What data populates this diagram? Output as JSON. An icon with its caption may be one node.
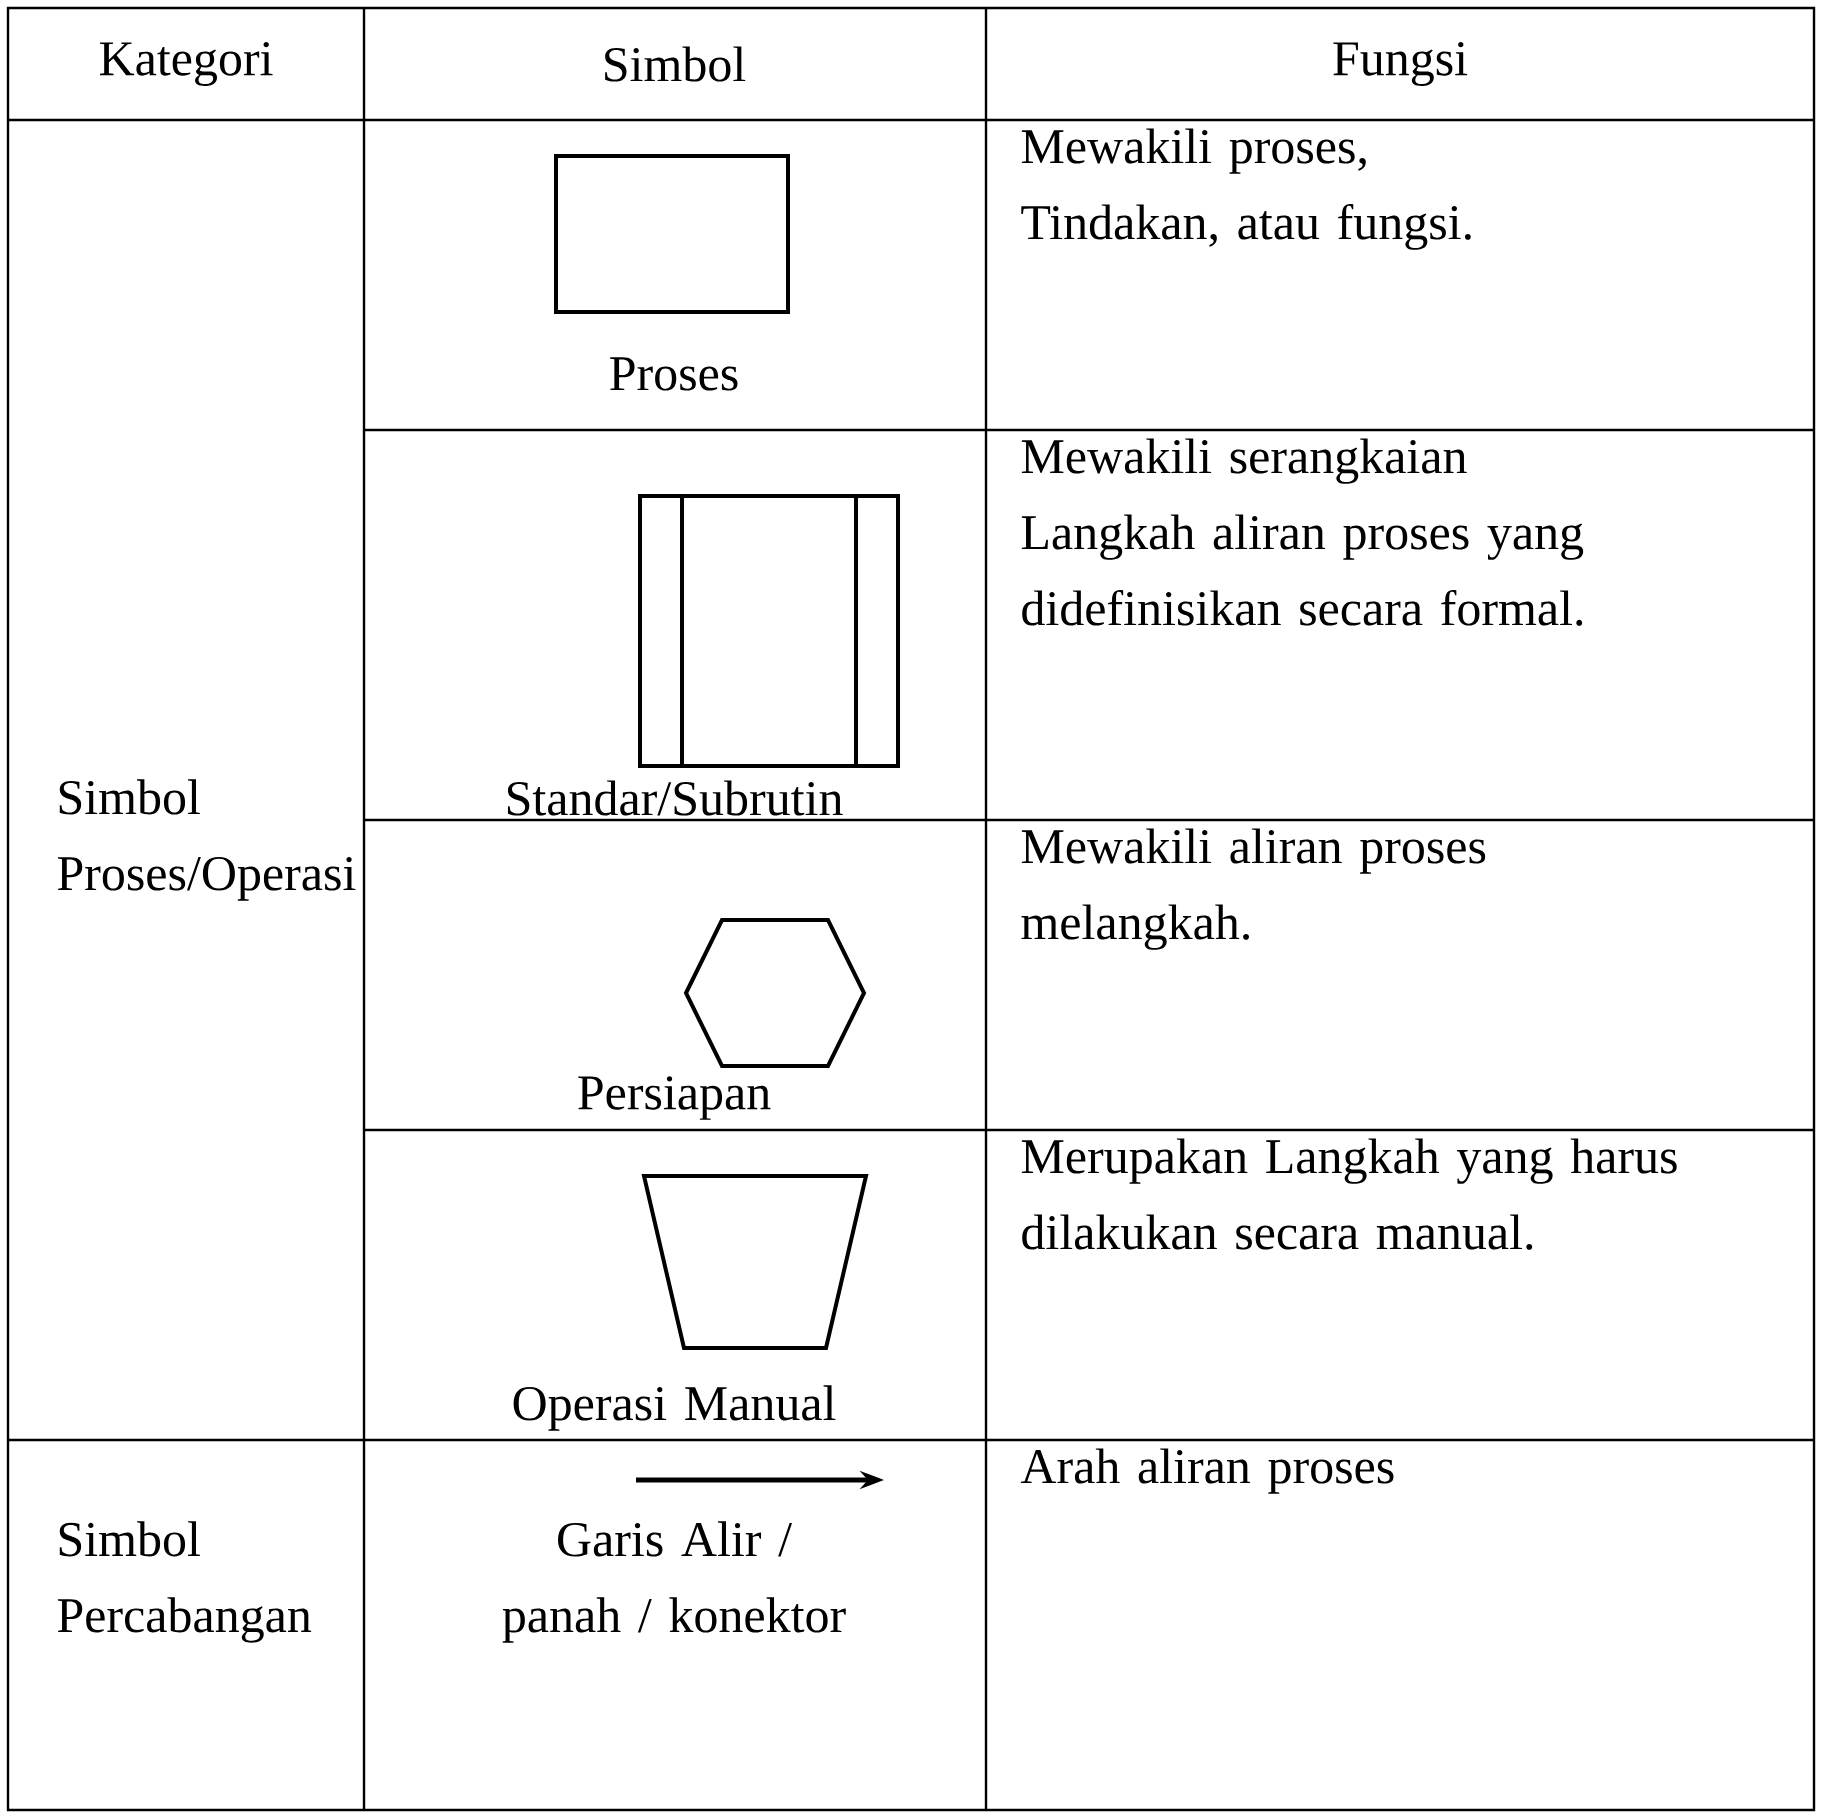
{
  "diagram": {
    "nodes": [
      {
        "text": [],
        "shape": "box"
      },
      {
        "text": [],
        "shape": "subroutine"
      },
      {
        "text": [],
        "shape": "hexagon"
      },
      {
        "text": [],
        "shape": "trapezoid"
      }
    ],
    "labels": [
      "Kategori",
      "Simbol",
      "Fungsi",
      "Simbol Proses/Operasi",
      "Proses",
      "Mewakili proses, Tindakan, atau fungsi.",
      "Standar/Subrutin",
      "Mewakili serangkaian Langkah aliran proses yang didefinisikan secara formal.",
      "Persiapan",
      "Mewakili aliran proses melangkah.",
      "Operasi Manual",
      "Merupakan Langkah yang harus dilakukan secara manual.",
      "Simbol Percabangan",
      "Garis Alir / panah / konektor",
      "Arah aliran proses"
    ]
  }
}
